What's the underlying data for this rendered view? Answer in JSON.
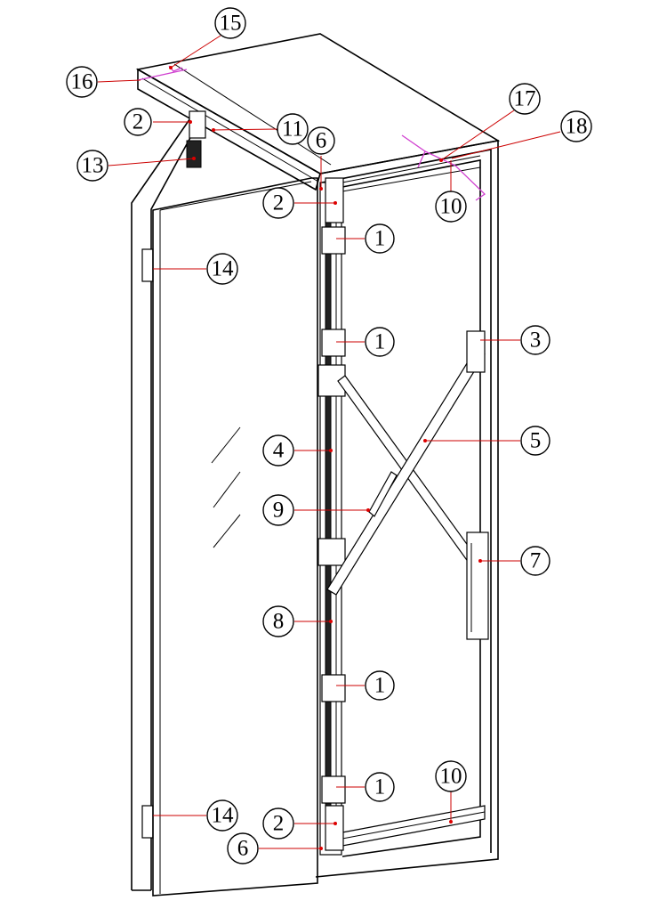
{
  "colors": {
    "leader": "#cc0000",
    "highlight": "#d040d0",
    "line": "#000000"
  },
  "labels": {
    "l15": "15",
    "l16": "16",
    "l2a": "2",
    "l11": "11",
    "l6a": "6",
    "l17": "17",
    "l18": "18",
    "l13": "13",
    "l10a": "10",
    "l2b": "2",
    "l1a": "1",
    "l14a": "14",
    "l1b": "1",
    "l3": "3",
    "l4": "4",
    "l5": "5",
    "l9": "9",
    "l7": "7",
    "l8": "8",
    "l1c": "1",
    "l10b": "10",
    "l1d": "1",
    "l14b": "14",
    "l2c": "2",
    "l6b": "6"
  }
}
